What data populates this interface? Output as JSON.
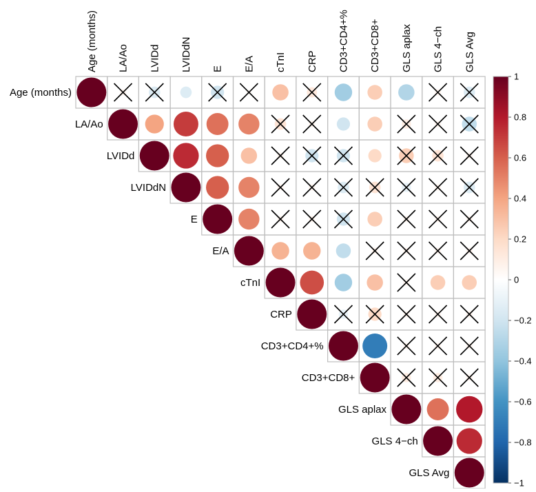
{
  "chart_data": {
    "type": "heatmap",
    "title": "",
    "variables": [
      "Age (months)",
      "LA/Ao",
      "LVIDd",
      "LVIDdN",
      "E",
      "E/A",
      "cTnI",
      "CRP",
      "CD3+CD4+%",
      "CD3+CD8+",
      "GLS aplax",
      "GLS 4−ch",
      "GLS Avg"
    ],
    "matrix": [
      [
        1.0,
        0.05,
        -0.15,
        -0.15,
        -0.2,
        0.03,
        0.3,
        0.12,
        -0.35,
        0.25,
        -0.3,
        0.05,
        -0.15
      ],
      [
        null,
        1.0,
        0.4,
        0.7,
        0.55,
        0.5,
        0.15,
        0.05,
        -0.2,
        0.25,
        0.1,
        0.05,
        -0.25
      ],
      [
        null,
        null,
        1.0,
        0.75,
        0.6,
        0.3,
        0.05,
        -0.2,
        -0.2,
        0.2,
        0.25,
        0.15,
        0.05
      ],
      [
        null,
        null,
        null,
        1.0,
        0.6,
        0.5,
        0.05,
        0.05,
        -0.15,
        0.15,
        -0.1,
        0.05,
        -0.15
      ],
      [
        null,
        null,
        null,
        null,
        1.0,
        0.5,
        0.05,
        0.05,
        -0.2,
        0.25,
        0.05,
        0.05,
        0.05
      ],
      [
        null,
        null,
        null,
        null,
        null,
        1.0,
        0.35,
        0.35,
        -0.25,
        0.05,
        0.05,
        0.05,
        0.05
      ],
      [
        null,
        null,
        null,
        null,
        null,
        null,
        1.0,
        0.65,
        -0.35,
        0.3,
        0.05,
        0.25,
        0.25
      ],
      [
        null,
        null,
        null,
        null,
        null,
        null,
        null,
        1.0,
        -0.1,
        0.2,
        0.05,
        0.05,
        0.05
      ],
      [
        null,
        null,
        null,
        null,
        null,
        null,
        null,
        null,
        1.0,
        -0.7,
        0.05,
        0.05,
        0.05
      ],
      [
        null,
        null,
        null,
        null,
        null,
        null,
        null,
        null,
        null,
        1.0,
        0.1,
        0.1,
        0.05
      ],
      [
        null,
        null,
        null,
        null,
        null,
        null,
        null,
        null,
        null,
        null,
        1.0,
        0.55,
        0.8
      ],
      [
        null,
        null,
        null,
        null,
        null,
        null,
        null,
        null,
        null,
        null,
        null,
        1.0,
        0.75
      ],
      [
        null,
        null,
        null,
        null,
        null,
        null,
        null,
        null,
        null,
        null,
        null,
        null,
        1.0
      ]
    ],
    "crossed": [
      [
        false,
        true,
        true,
        false,
        true,
        true,
        false,
        true,
        false,
        false,
        false,
        true,
        true
      ],
      [
        false,
        false,
        false,
        false,
        false,
        false,
        true,
        true,
        false,
        false,
        true,
        true,
        true
      ],
      [
        false,
        false,
        false,
        false,
        false,
        false,
        true,
        true,
        true,
        false,
        true,
        true,
        true
      ],
      [
        false,
        false,
        false,
        false,
        false,
        false,
        true,
        true,
        true,
        true,
        true,
        true,
        true
      ],
      [
        false,
        false,
        false,
        false,
        false,
        false,
        true,
        true,
        true,
        false,
        true,
        true,
        true
      ],
      [
        false,
        false,
        false,
        false,
        false,
        false,
        false,
        false,
        false,
        true,
        true,
        true,
        true
      ],
      [
        false,
        false,
        false,
        false,
        false,
        false,
        false,
        false,
        false,
        false,
        true,
        false,
        false
      ],
      [
        false,
        false,
        false,
        false,
        false,
        false,
        false,
        false,
        true,
        true,
        true,
        true,
        true
      ],
      [
        false,
        false,
        false,
        false,
        false,
        false,
        false,
        false,
        false,
        false,
        true,
        true,
        true
      ],
      [
        false,
        false,
        false,
        false,
        false,
        false,
        false,
        false,
        false,
        false,
        true,
        true,
        true
      ],
      [
        false,
        false,
        false,
        false,
        false,
        false,
        false,
        false,
        false,
        false,
        false,
        false,
        false
      ],
      [
        false,
        false,
        false,
        false,
        false,
        false,
        false,
        false,
        false,
        false,
        false,
        false,
        false
      ],
      [
        false,
        false,
        false,
        false,
        false,
        false,
        false,
        false,
        false,
        false,
        false,
        false,
        false
      ]
    ],
    "colorbar": {
      "range": [
        -1,
        1
      ],
      "ticks": [
        "1",
        "0.8",
        "0.6",
        "0.4",
        "0.2",
        "0",
        "−0.2",
        "−0.4",
        "−0.6",
        "−0.8",
        "−1"
      ],
      "tick_values": [
        1,
        0.8,
        0.6,
        0.4,
        0.2,
        0,
        -0.2,
        -0.4,
        -0.6,
        -0.8,
        -1
      ],
      "colors": [
        "#67001F",
        "#B2182B",
        "#D6604D",
        "#F4A582",
        "#FDDBC7",
        "#FFFFFF",
        "#D1E5F0",
        "#92C5DE",
        "#4393C3",
        "#2166AC",
        "#053061"
      ]
    },
    "grid": true,
    "legend": "right",
    "upper_triangle_only": true
  }
}
